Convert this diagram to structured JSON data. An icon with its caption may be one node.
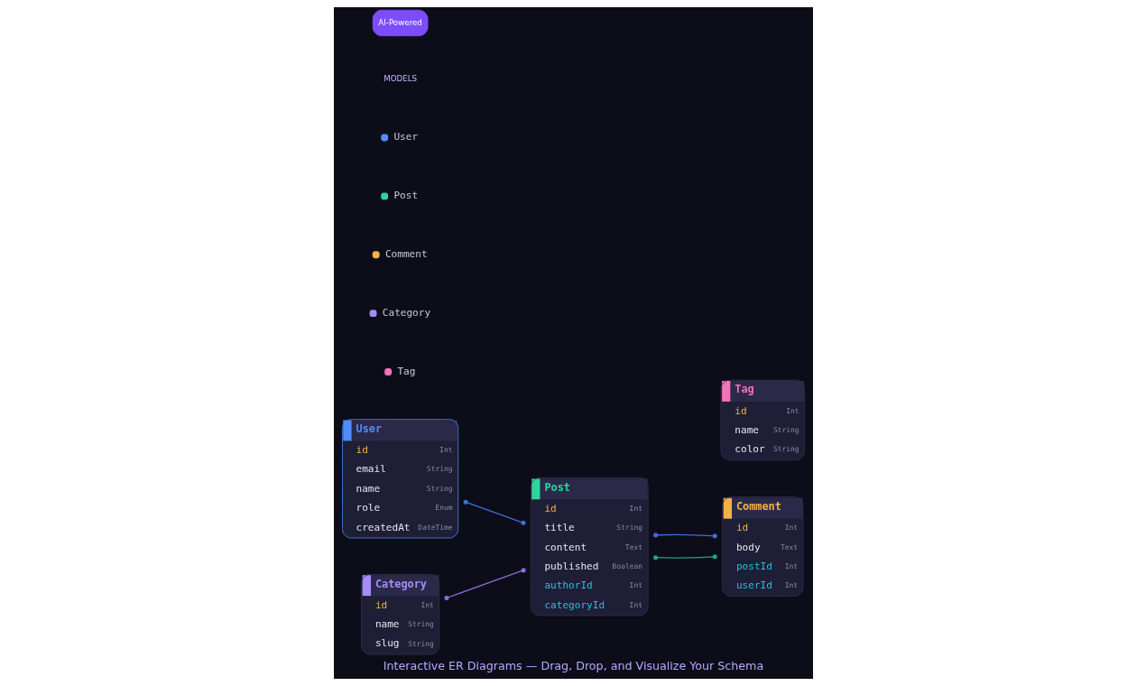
{
  "diagram": {
    "caption": "Interactive ER Diagrams — Drag, Drop, and Visualize Your Schema",
    "nodes": [
      {
        "text": [
          "User",
          "id",
          "Int",
          "email",
          "String",
          "name",
          "String",
          "role",
          "Enum",
          "createdAt",
          "DateTime"
        ]
      },
      {
        "text": [
          "Post",
          "id",
          "Int",
          "title",
          "String",
          "content",
          "Text",
          "published",
          "Boolean",
          "authorId",
          "Int",
          "categoryId",
          "Int"
        ]
      },
      {
        "text": [
          "Comment",
          "id",
          "Int",
          "body",
          "Text",
          "postId",
          "Int",
          "userId",
          "Int"
        ]
      },
      {
        "text": [
          "Category",
          "id",
          "Int",
          "name",
          "String",
          "slug",
          "String"
        ]
      },
      {
        "text": [
          "Tag",
          "id",
          "Int",
          "name",
          "String",
          "color",
          "String"
        ]
      }
    ],
    "edges": [
      {
        "from": 0,
        "to": 1,
        "arrow": "other"
      },
      {
        "from": 1,
        "to": 2,
        "arrow": "other",
        "color": "#22a57a"
      },
      {
        "from": 1,
        "to": 2,
        "arrow": "other"
      },
      {
        "from": 3,
        "to": 1,
        "arrow": "other",
        "color": "#8b6fd6"
      }
    ],
    "labels": [
      "AI-Powered",
      "MODELS"
    ],
    "legend": [
      {
        "text": "User",
        "color": "#4f8cff"
      },
      {
        "text": "Post",
        "color": "#2dd4a0"
      },
      {
        "text": "Comment",
        "color": "#f5b142"
      },
      {
        "text": "Category",
        "color": "#a78bfa"
      },
      {
        "text": "Tag",
        "color": "#f472b6"
      }
    ]
  }
}
